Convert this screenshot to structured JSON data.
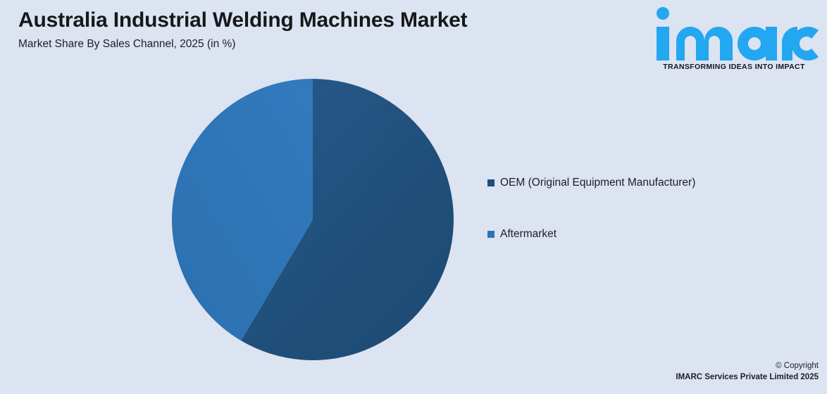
{
  "header": {
    "title": "Australia Industrial Welding Machines Market",
    "subtitle": "Market Share By Sales Channel, 2025 (in %)"
  },
  "logo": {
    "wordmark": "imarc",
    "tagline": "TRANSFORMING IDEAS INTO IMPACT",
    "color": "#22a7f0"
  },
  "footer": {
    "copyright_line1": "© Copyright",
    "copyright_line2": "IMARC Services Private Limited 2025"
  },
  "legend": {
    "items": [
      {
        "label": "OEM (Original Equipment Manufacturer)",
        "color": "#1f4e79"
      },
      {
        "label": "Aftermarket",
        "color": "#2e75b6"
      }
    ]
  },
  "colors": {
    "background": "#dce3f1",
    "slice_oem": "#1f4e79",
    "slice_aftermarket": "#2e75b6",
    "title_text": "#16181c"
  },
  "chart_data": {
    "type": "pie",
    "title": "Australia Industrial Welding Machines Market",
    "subtitle": "Market Share By Sales Channel, 2025 (in %)",
    "unit": "%",
    "categories": [
      "OEM (Original Equipment Manufacturer)",
      "Aftermarket"
    ],
    "values": [
      58.5,
      41.5
    ],
    "colors": [
      "#1f4e79",
      "#2e75b6"
    ],
    "start_angle_deg": 0,
    "direction": "clockwise",
    "legend_position": "right",
    "data_labels": false,
    "grid": false
  }
}
